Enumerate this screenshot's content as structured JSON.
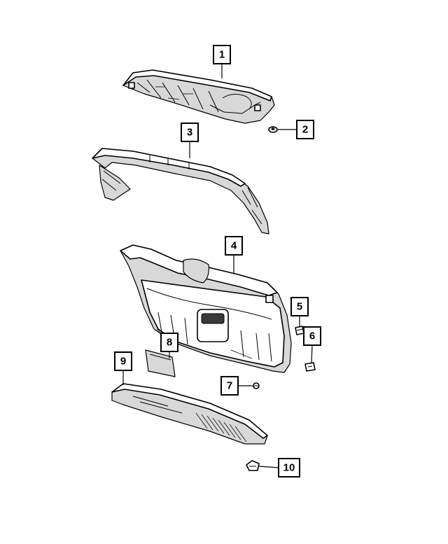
{
  "callouts": [
    {
      "id": "1",
      "label": "1"
    },
    {
      "id": "2",
      "label": "2"
    },
    {
      "id": "3",
      "label": "3"
    },
    {
      "id": "4",
      "label": "4"
    },
    {
      "id": "5",
      "label": "5"
    },
    {
      "id": "6",
      "label": "6"
    },
    {
      "id": "7",
      "label": "7"
    },
    {
      "id": "8",
      "label": "8"
    },
    {
      "id": "9",
      "label": "9"
    },
    {
      "id": "10",
      "label": "10"
    }
  ],
  "colors": {
    "line": "#000000",
    "background": "#ffffff",
    "shade": "#d8d8d8",
    "dark": "#3a3a3a"
  }
}
